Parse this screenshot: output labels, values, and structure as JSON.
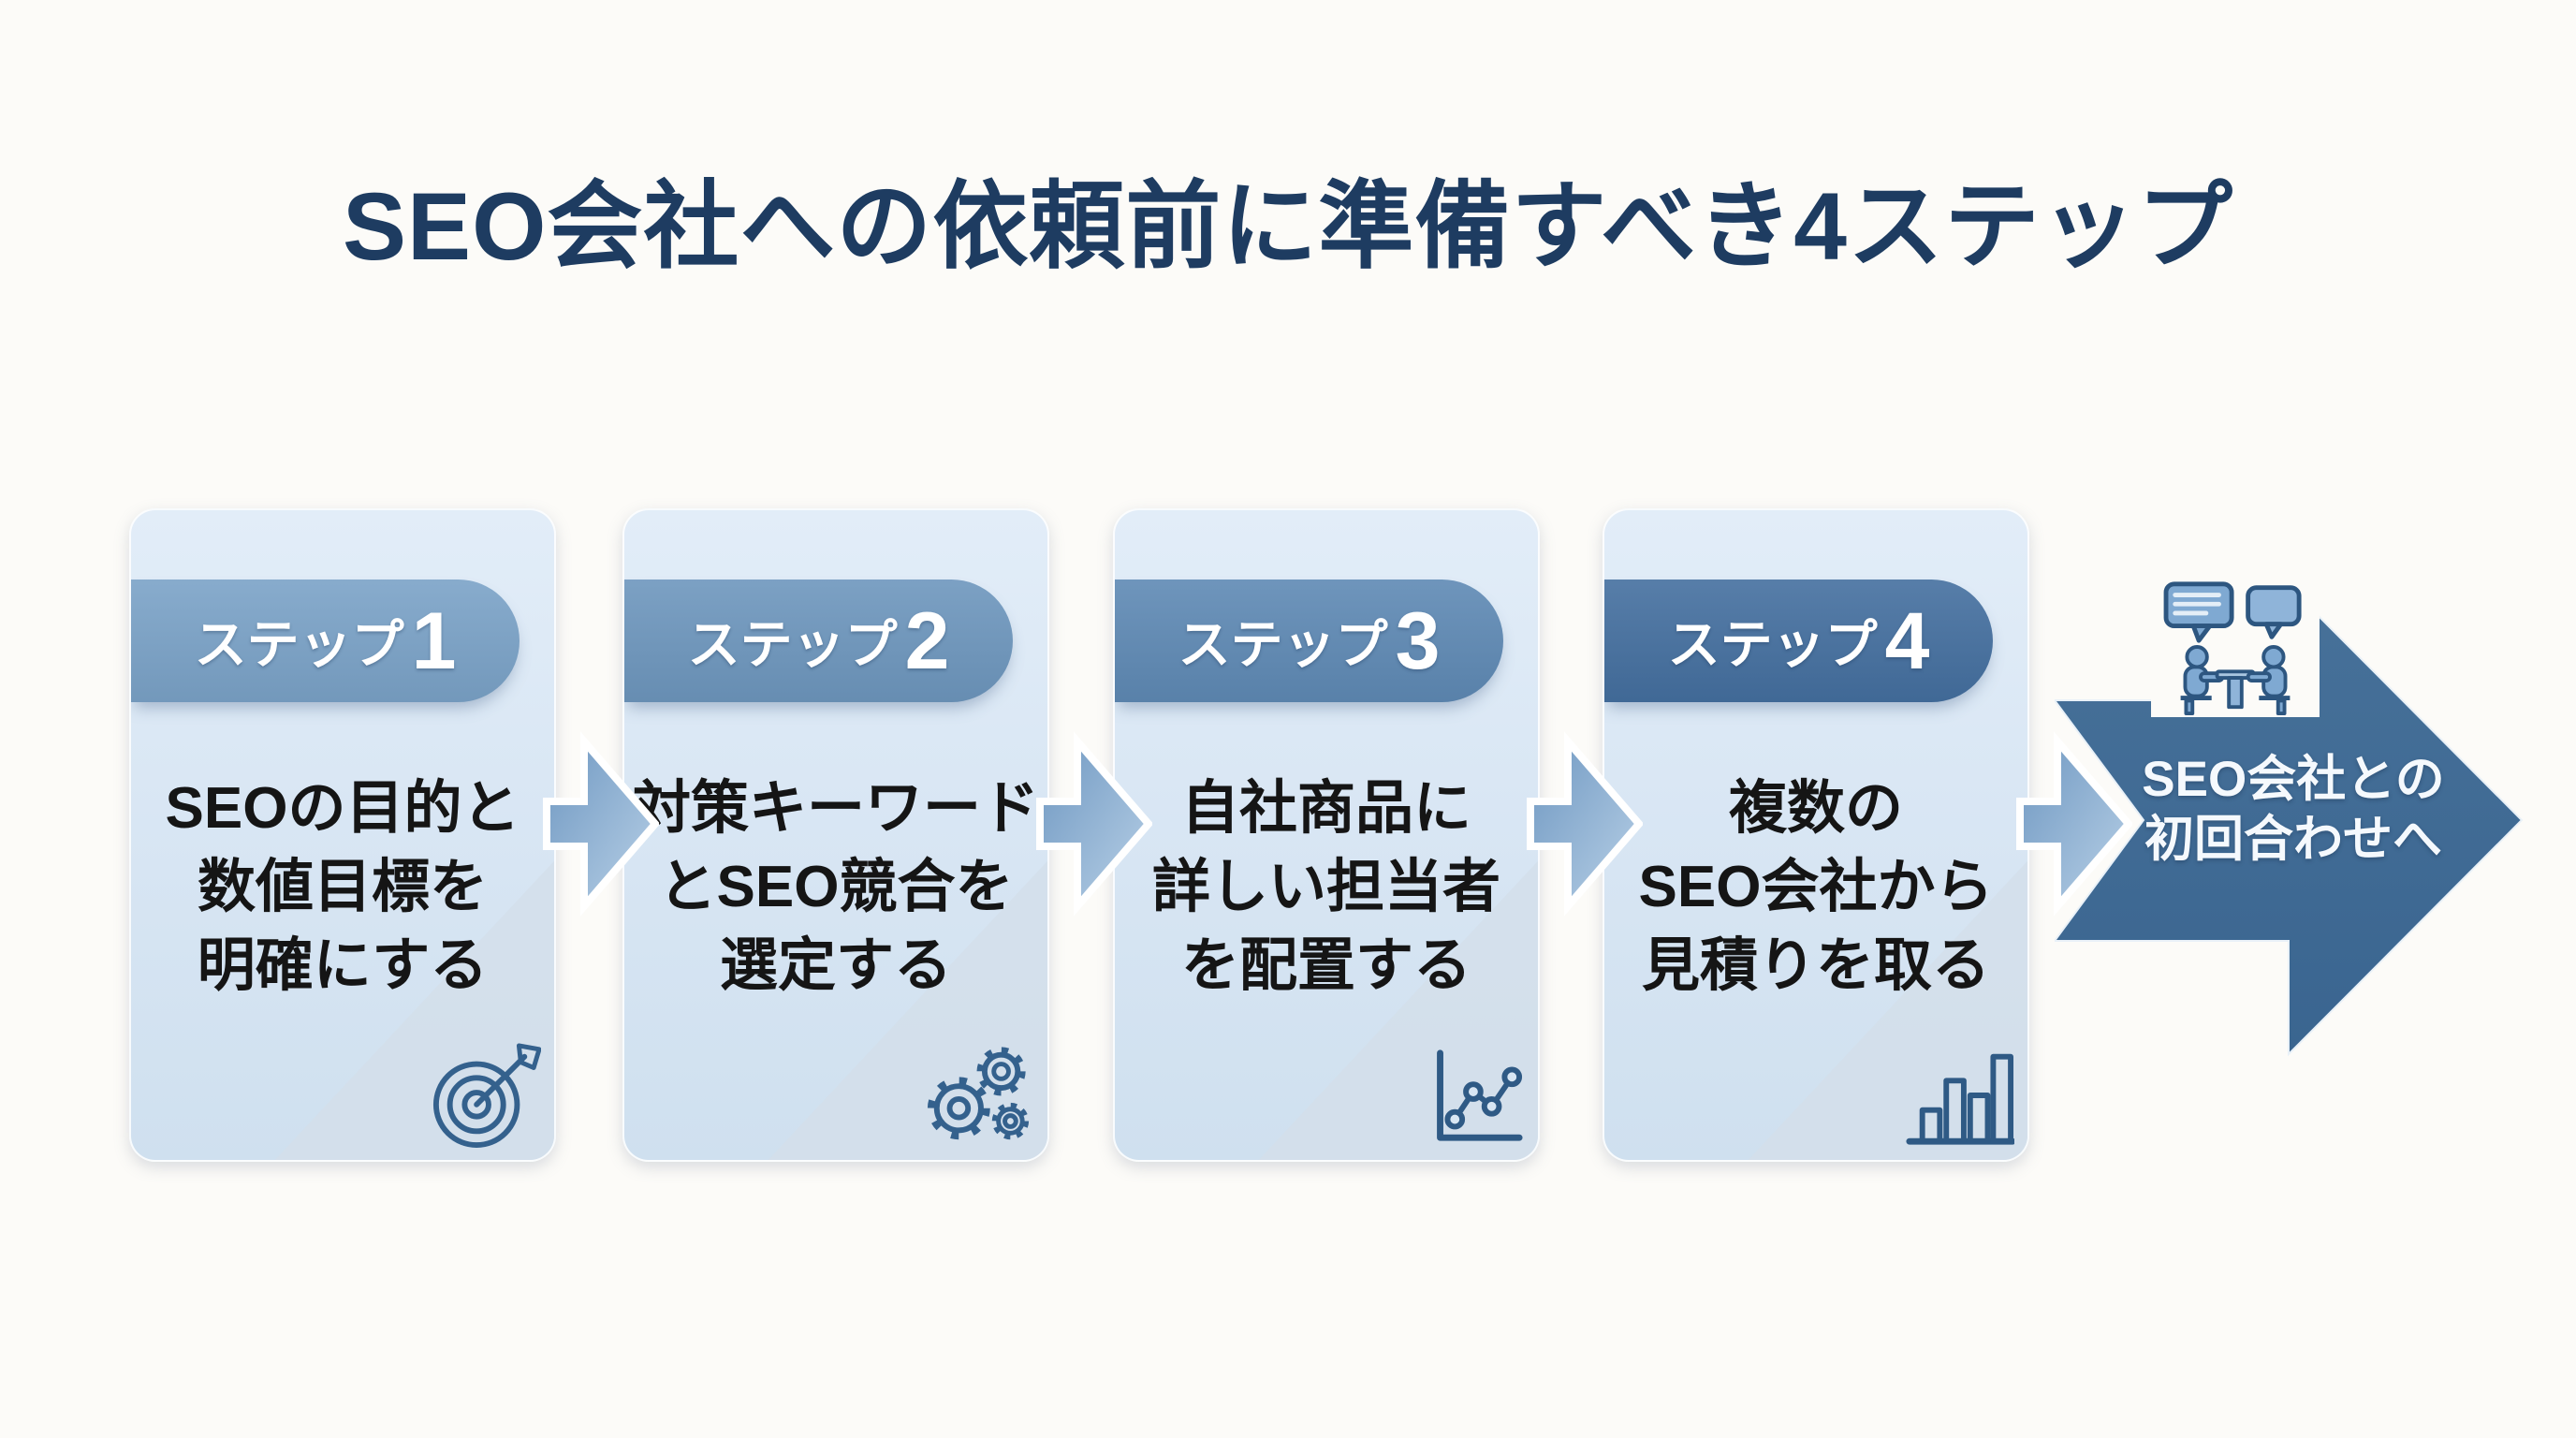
{
  "title": {
    "text": "SEO会社への依頼前に準備すべき4ステップ"
  },
  "cards": [
    {
      "step_label": "ステップ",
      "step_number": "1",
      "lines": [
        "SEOの目的と",
        "数値目標を",
        "明確にする"
      ],
      "icon": "target-icon",
      "badge_color": "#7aa2c7"
    },
    {
      "step_label": "ステップ",
      "step_number": "2",
      "lines": [
        "対策キーワード",
        "とSEO競合を",
        "選定する"
      ],
      "icon": "gears-icon",
      "badge_color": "#6d96bd"
    },
    {
      "step_label": "ステップ",
      "step_number": "3",
      "lines": [
        "自社商品に",
        "詳しい担当者",
        "を配置する"
      ],
      "icon": "line-chart-icon",
      "badge_color": "#5e89b4"
    },
    {
      "step_label": "ステップ",
      "step_number": "4",
      "lines": [
        "複数の",
        "SEO会社から",
        "見積りを取る"
      ],
      "icon": "bar-chart-icon",
      "badge_color": "#446f9f"
    }
  ],
  "final_arrow": {
    "lines": [
      "SEO会社との",
      "初回合わせへ"
    ],
    "icon": "meeting-icon"
  },
  "colors": {
    "page_bg": "#fcfbf8",
    "title": "#1e3c61",
    "text": "#151515",
    "arrow_text": "#f5f9fd",
    "icon_stroke": "#34618d",
    "connector_from": "#6e97c1",
    "connector_to": "#b9d1e7",
    "final_from": "#477199",
    "final_to": "#3a6590"
  }
}
